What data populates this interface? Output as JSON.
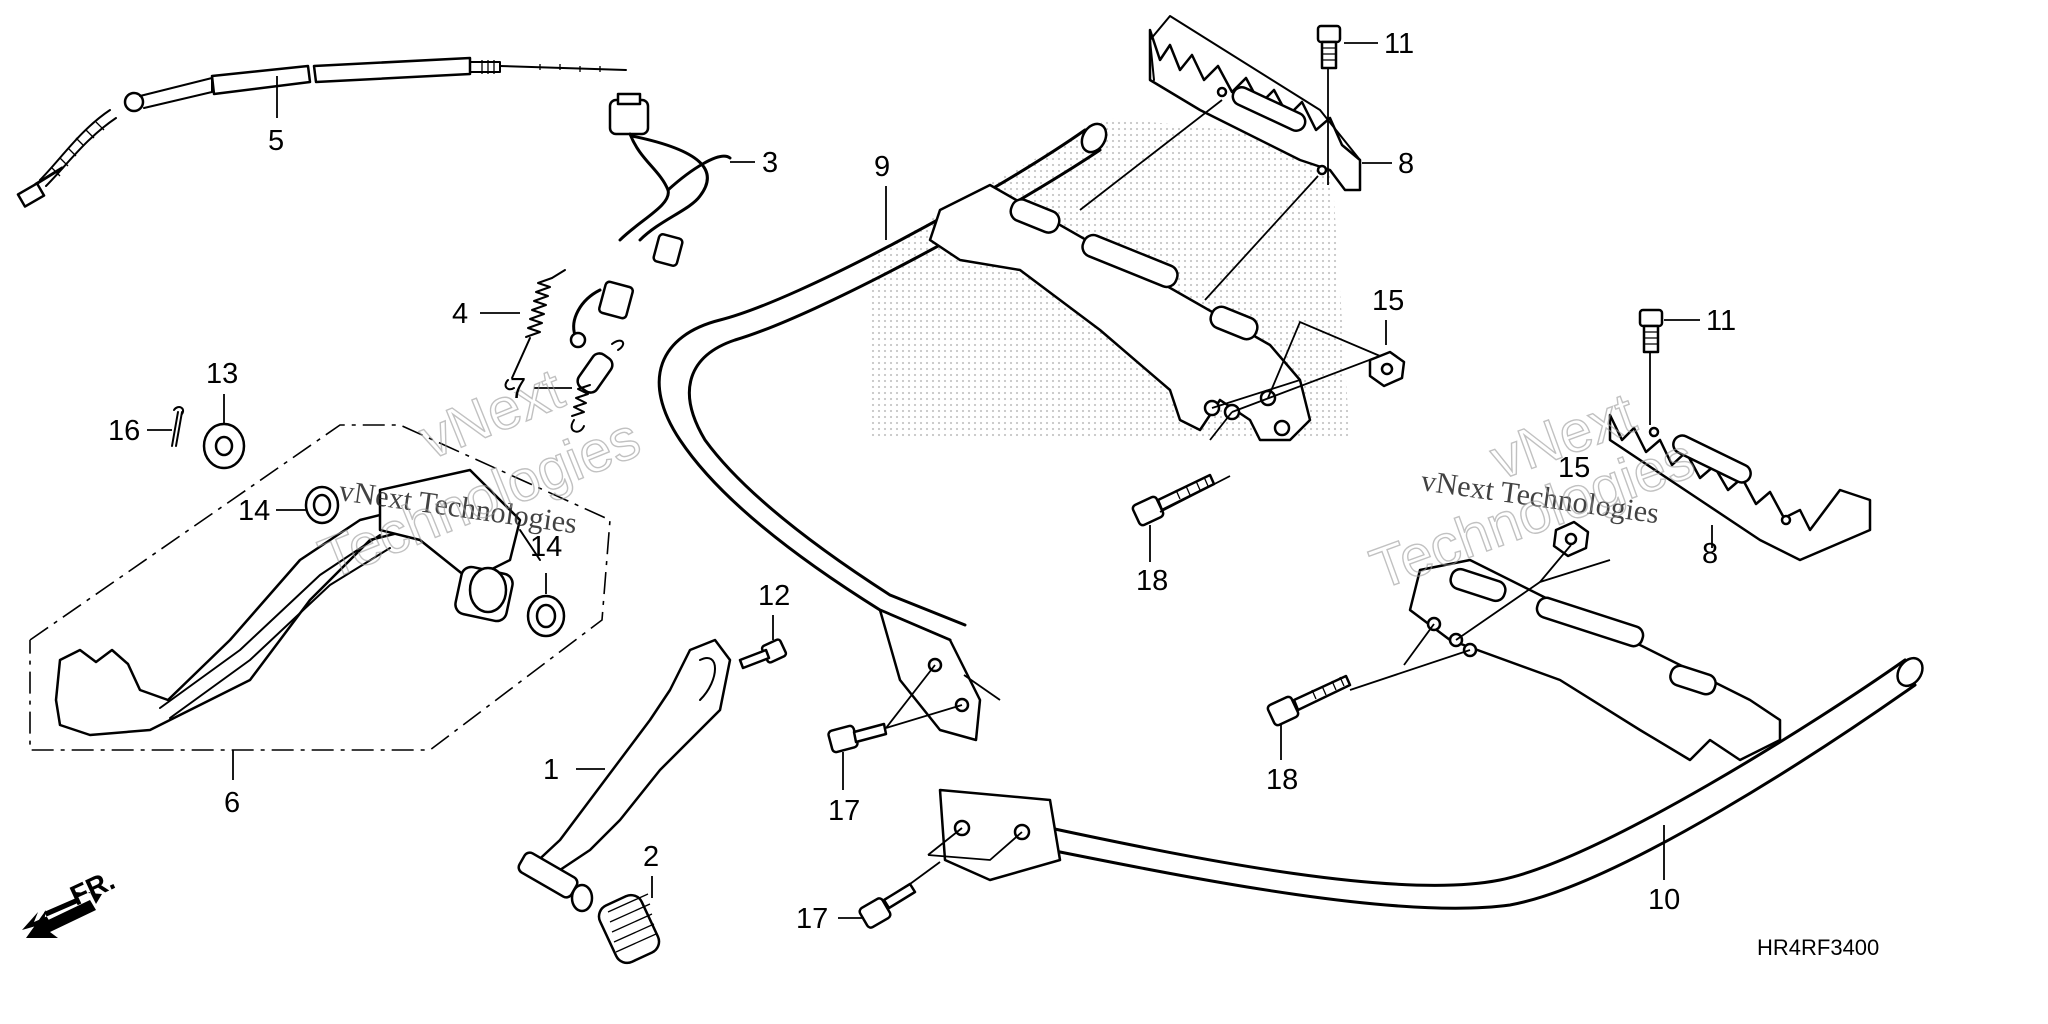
{
  "diagram": {
    "callouts": [
      {
        "id": "c5",
        "label": "5"
      },
      {
        "id": "c3",
        "label": "3"
      },
      {
        "id": "c4",
        "label": "4"
      },
      {
        "id": "c7",
        "label": "7"
      },
      {
        "id": "c13",
        "label": "13"
      },
      {
        "id": "c16",
        "label": "16"
      },
      {
        "id": "c14a",
        "label": "14"
      },
      {
        "id": "c14b",
        "label": "14"
      },
      {
        "id": "c6",
        "label": "6"
      },
      {
        "id": "c9",
        "label": "9"
      },
      {
        "id": "c11a",
        "label": "11"
      },
      {
        "id": "c8a",
        "label": "8"
      },
      {
        "id": "c15a",
        "label": "15"
      },
      {
        "id": "c18a",
        "label": "18"
      },
      {
        "id": "c11b",
        "label": "11"
      },
      {
        "id": "c15b",
        "label": "15"
      },
      {
        "id": "c8b",
        "label": "8"
      },
      {
        "id": "c12",
        "label": "12"
      },
      {
        "id": "c1",
        "label": "1"
      },
      {
        "id": "c2",
        "label": "2"
      },
      {
        "id": "c17a",
        "label": "17"
      },
      {
        "id": "c17b",
        "label": "17"
      },
      {
        "id": "c18b",
        "label": "18"
      },
      {
        "id": "c10",
        "label": "10"
      }
    ],
    "watermarks": [
      {
        "id": "w1",
        "text": "vNext Technologies"
      },
      {
        "id": "w2",
        "text": "vNext Technologies"
      },
      {
        "id": "w3",
        "text": "vNext"
      },
      {
        "id": "w4",
        "text": "Technologies"
      },
      {
        "id": "w5",
        "text": "vNext"
      },
      {
        "id": "w6",
        "text": "Technologies"
      }
    ],
    "direction_label": "FR.",
    "drawing_code": "HR4RF3400"
  }
}
